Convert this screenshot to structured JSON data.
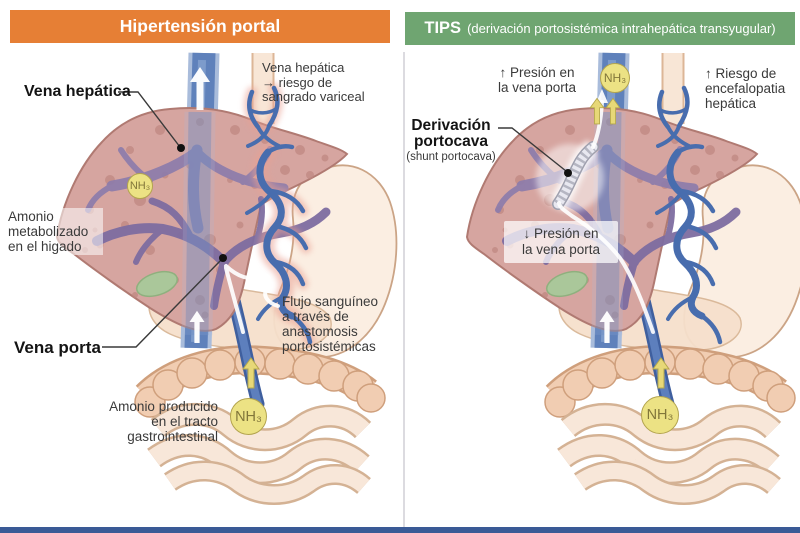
{
  "figure": {
    "left_panel": {
      "header": "Hipertensión portal",
      "labels": {
        "vena_hepatica": "Vena hepática",
        "variceal_risk": "Vena hepática\n→ riesgo de\nsangrado variceal",
        "amonio_liver": "Amonio\nmetabolizado\nen el higado",
        "vena_porta": "Vena porta",
        "flujo_anastomosis": "Flujo sanguíneo\na través de\nanastomosis\nportosistémicas",
        "amonio_gi": "Amonio producido\nen el tracto\ngastrointestinal",
        "nh3_liver": "NH₃",
        "nh3_gi": "NH₃"
      }
    },
    "right_panel": {
      "header_title": "TIPS",
      "header_subtitle": "(derivación portosistémica intrahepática transyugular)",
      "labels": {
        "presion_up": "↑ Presión en\nla vena porta",
        "riesgo_encefalopatia": "↑ Riesgo de\nencefalopatia\nhepática",
        "derivacion": "Derivación\nportocava",
        "derivacion_sub": "(shunt portocava)",
        "presion_down": "↓ Presión en\nla vena porta",
        "nh3_top": "NH₃",
        "nh3_gi": "NH₃"
      }
    },
    "colors": {
      "left_header_bg": "#E67F35",
      "right_header_bg": "#6FA571",
      "nh3_fill": "#ECE284",
      "nh3_border": "#B3A44E",
      "liver_pink": "#D6A5A0",
      "liver_spots": "#BF8781",
      "hepatic_vein_purple": "#8D7CAB",
      "portal_branch_purple": "#7E6DA1",
      "ivc_blue": "#5F81BB",
      "varice_blue": "#486DAE",
      "varice_glow_red": "#E9A093",
      "organ_peach": "#F1CDB2",
      "gallbladder_green": "#AAC79A",
      "bottom_bar_navy": "#3A5A96",
      "label_text": "#3A3A3A"
    }
  }
}
